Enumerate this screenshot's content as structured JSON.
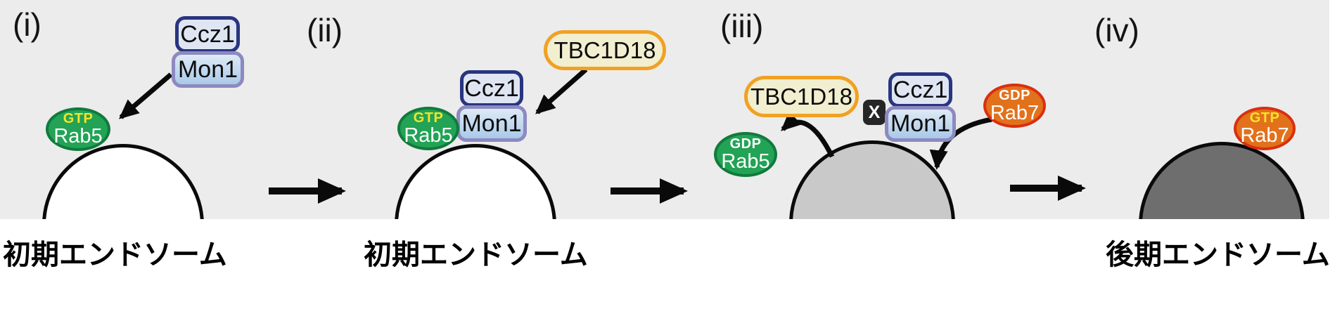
{
  "figure": {
    "panel_labels": [
      "(i)",
      "(ii)",
      "(iii)",
      "(iv)"
    ],
    "captions": {
      "panel_i": "初期エンドソーム",
      "panel_ii": "初期エンドソーム",
      "panel_iv": "後期エンドソーム"
    },
    "proteins": {
      "ccz1": "Ccz1",
      "mon1": "Mon1",
      "tbc1d18": "TBC1D18",
      "rab5": "Rab5",
      "rab7": "Rab7"
    },
    "nucleotides": {
      "gtp": "GTP",
      "gdp": "GDP"
    },
    "inhibition_mark": "X",
    "colors": {
      "background": "#ffffff",
      "cytosol": "#ececec",
      "early_endosome_fill": "#ffffff",
      "maturing_endosome_fill": "#c9c9c9",
      "late_endosome_fill": "#6e6e6e",
      "rab5_fill": "#22a355",
      "rab5_border": "#117a3c",
      "rab7_fill": "#e2711c",
      "rab7_border": "#d92f10",
      "ccz1_fill": "#dfe5f3",
      "ccz1_border": "#28357f",
      "mon1_fill": "#bdd5ee",
      "mon1_border": "#8d89c0",
      "tbc1d18_fill": "#f2eed0",
      "tbc1d18_border": "#f0a124",
      "gtp_text": "#f5e32a",
      "gdp_text": "#ffffff",
      "inhibition_bg": "#262626"
    }
  }
}
